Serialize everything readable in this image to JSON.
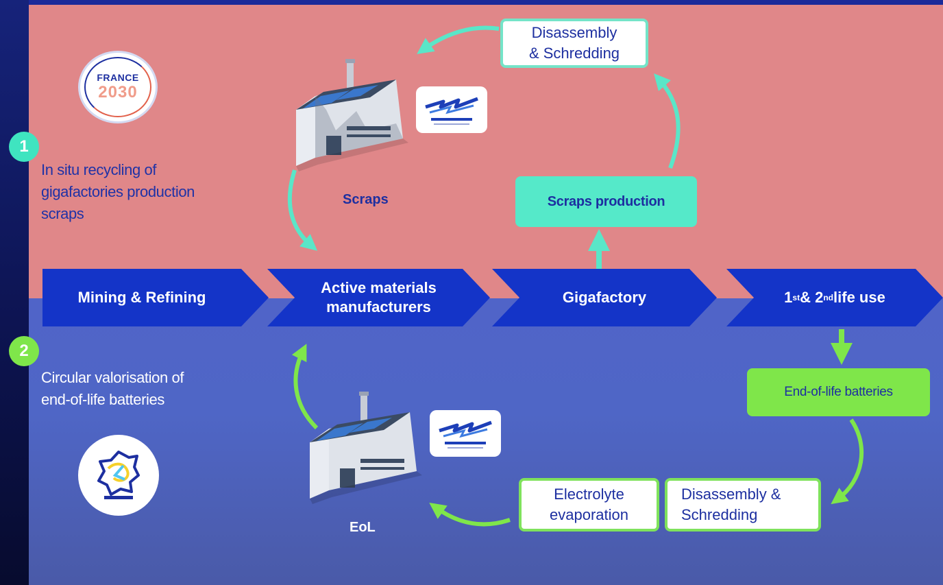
{
  "colors": {
    "top_background": "#e08789",
    "bottom_background": "#5064c8",
    "chevron_blue": "#1434c8",
    "teal": "#55e9c9",
    "green": "#7fe64a",
    "text_blue": "#1d2fa0"
  },
  "pipeline": [
    {
      "label": "Mining & Refining"
    },
    {
      "label_line1": "Active materials",
      "label_line2": "manufacturers"
    },
    {
      "label": "Gigafactory"
    },
    {
      "prefix1": "1",
      "sup1": "st",
      "mid": " & 2",
      "sup2": "nd",
      "suffix": " life use"
    }
  ],
  "loop1": {
    "step_number": "1",
    "description_lines": [
      "In situ recycling of",
      "gigafactories production",
      "scraps"
    ],
    "factory_caption": "Scraps",
    "scraps_production": "Scraps production",
    "disassembly_line1": "Disassembly",
    "disassembly_line2": "& Schredding",
    "logo_text_line1": "FRANCE",
    "logo_text_line2": "2030"
  },
  "loop2": {
    "step_number": "2",
    "description_lines": [
      "Circular valorisation of",
      "end-of-life batteries"
    ],
    "factory_caption": "EoL",
    "eol_batteries": "End-of-life batteries",
    "disassembly_line1": "Disassembly &",
    "disassembly_line2": "Schredding",
    "electrolyte_line1": "Electrolyte",
    "electrolyte_line2": "evaporation",
    "region_logo_icon": "region-map-icon"
  },
  "partner_logo_icon": "mecaware-logo-icon"
}
